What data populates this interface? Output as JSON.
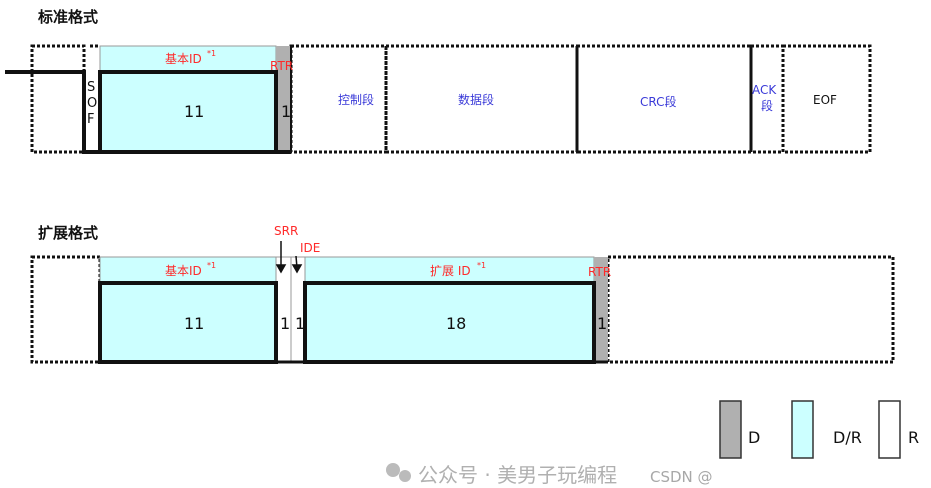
{
  "standard": {
    "title": "标准格式",
    "base_id_label": "基本ID",
    "sup": "*1",
    "rtr": "RTR",
    "sof": [
      "S",
      "O",
      "F"
    ],
    "id_bits": "11",
    "rtr_bits": "1",
    "fields": [
      "控制段",
      "数据段",
      "CRC段",
      "ACK",
      "段",
      "EOF"
    ]
  },
  "extended": {
    "title": "扩展格式",
    "base_id_label": "基本ID",
    "sup": "*1",
    "srr": "SRR",
    "ide": "IDE",
    "ext_id_label": "扩展 ID",
    "rtr": "RTR",
    "id_bits": "11",
    "srr_bits": "1",
    "ide_bits": "1",
    "ext_bits": "18",
    "rtr_bits": "1"
  },
  "legend": [
    {
      "label": "D",
      "color": "#b0b0b0"
    },
    {
      "label": "D/R",
      "color": "#ccffff"
    },
    {
      "label": "R",
      "color": "#ffffff"
    }
  ],
  "watermark": {
    "line1": "公众号 · 美男子玩编程",
    "line2": "CSDN @"
  },
  "colors": {
    "cyan": "#ccffff",
    "gray": "#b0b0b0",
    "red": "#ff2a2a",
    "blue": "#3a3ad8"
  }
}
